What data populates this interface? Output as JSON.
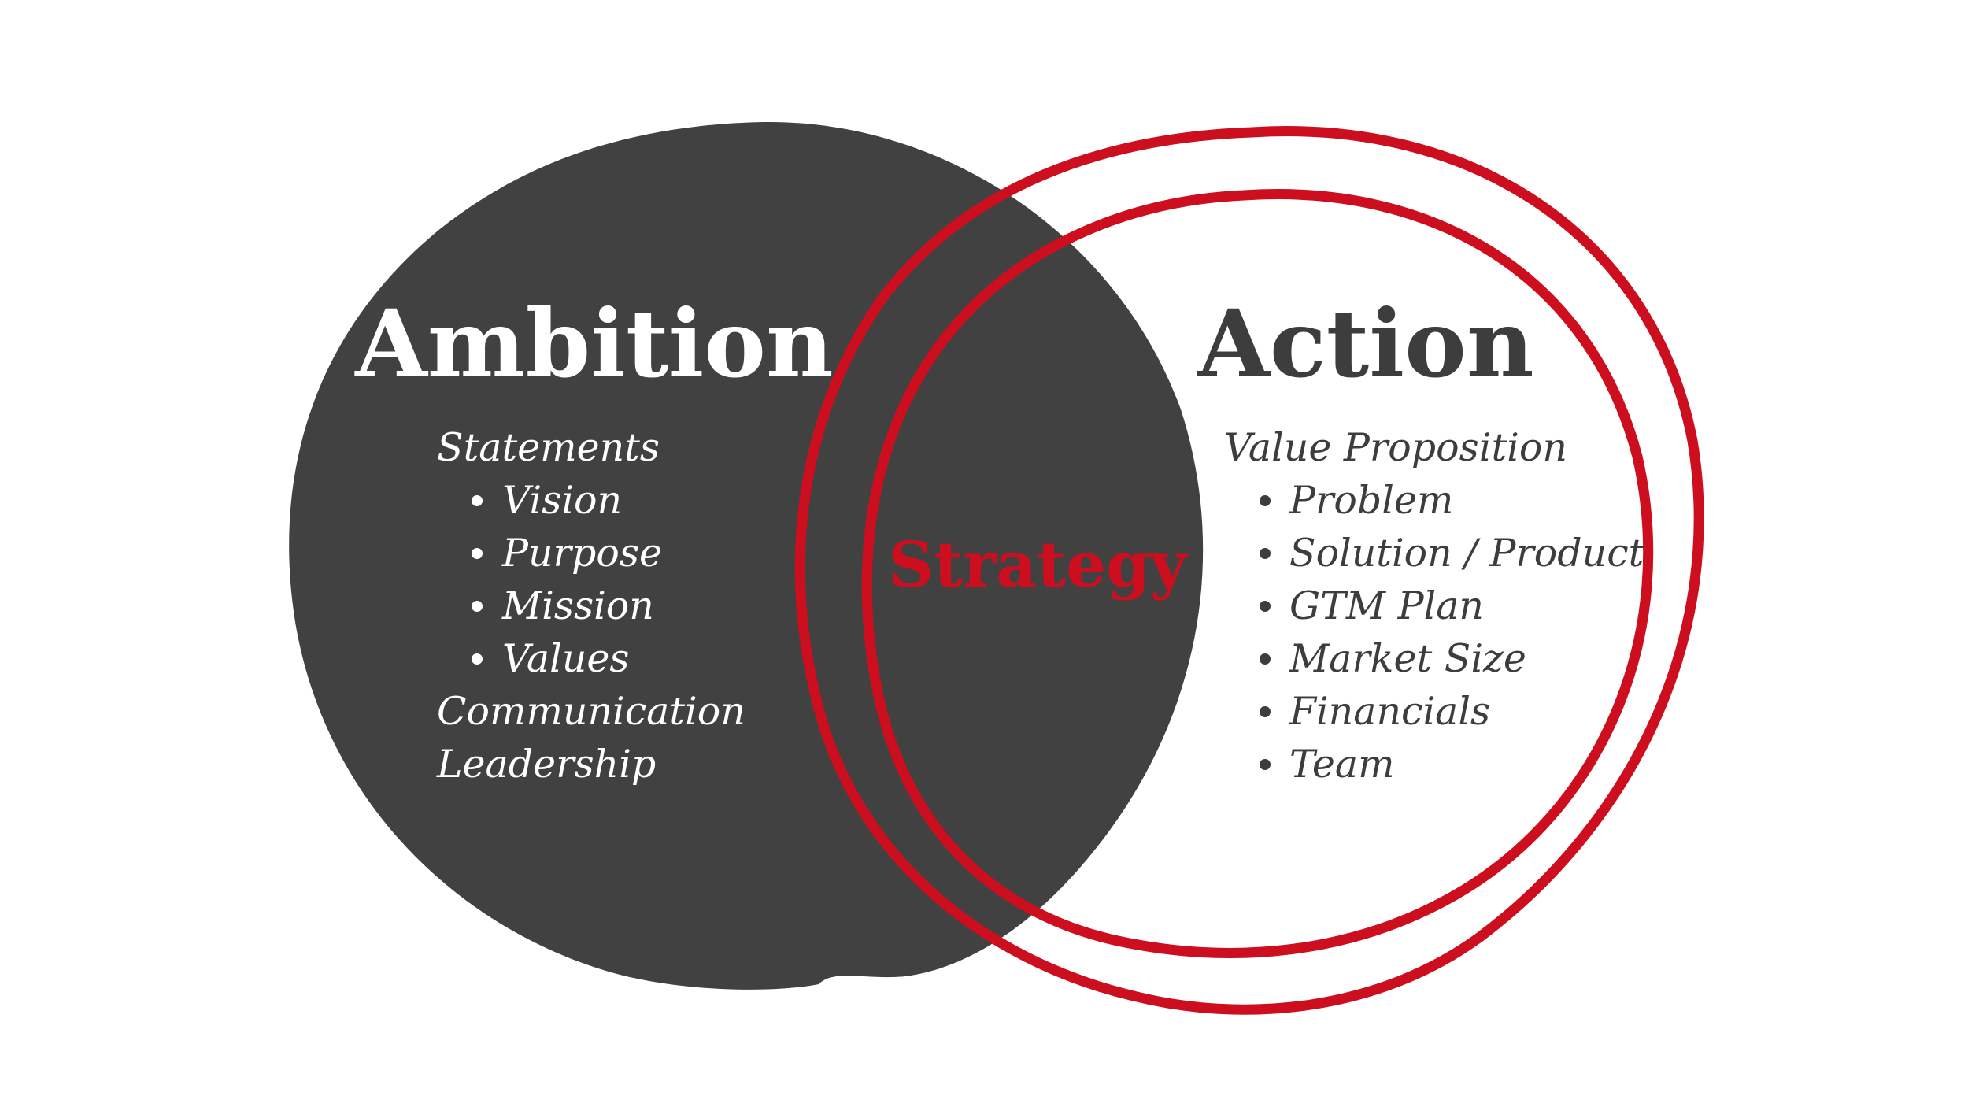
{
  "colors": {
    "ambition_fill": "#414141",
    "action_ring": "#cc0e1f",
    "ambition_text": "#ffffff",
    "action_text": "#3d3d3d",
    "strategy_text": "#cc0e1f"
  },
  "ambition": {
    "title": "Ambition",
    "statements_label": "Statements",
    "statements": [
      "Vision",
      "Purpose",
      "Mission",
      "Values"
    ],
    "extra": [
      "Communication",
      "Leadership"
    ]
  },
  "action": {
    "title": "Action",
    "heading": "Value Proposition",
    "items": [
      "Problem",
      "Solution / Product",
      "GTM Plan",
      "Market Size",
      "Financials",
      "Team"
    ]
  },
  "strategy": {
    "label": "Strategy"
  }
}
